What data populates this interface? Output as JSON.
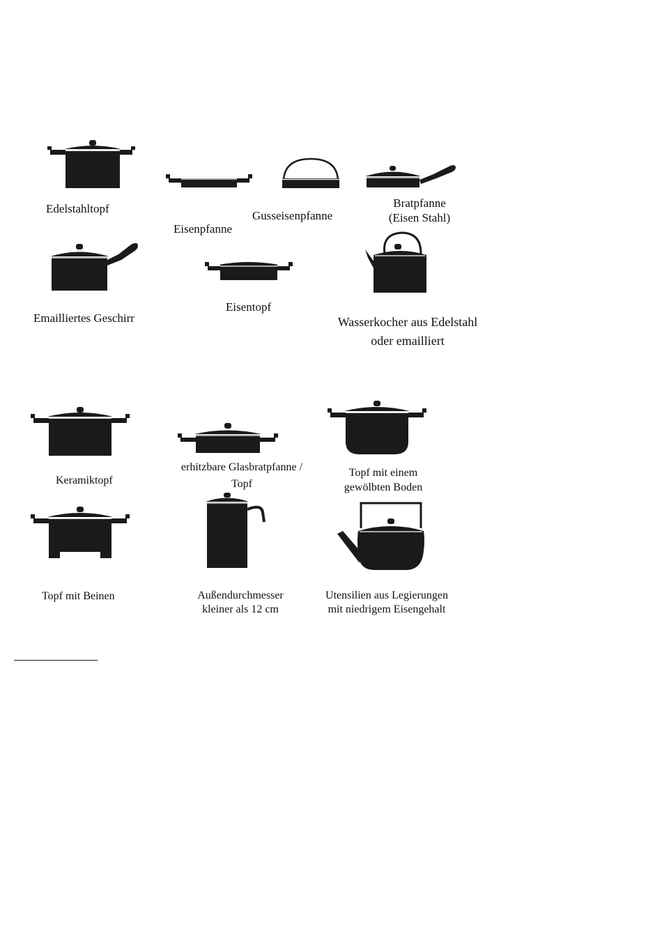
{
  "section_top": {
    "items": [
      {
        "id": "edelstahltopf",
        "icon": "stainless-steel-pot-icon",
        "label": "Edelstahltopf"
      },
      {
        "id": "eisenpfanne",
        "icon": "iron-pan-icon",
        "label": "Eisenpfanne"
      },
      {
        "id": "gusseisenpfanne",
        "icon": "cast-iron-pan-icon",
        "label": "Gusseisenpfanne"
      },
      {
        "id": "bratpfanne",
        "icon": "frying-pan-icon",
        "label_line1": "Bratpfanne",
        "label_line2": "(Eisen Stahl)"
      },
      {
        "id": "emailliertes",
        "icon": "enamelled-saucepan-icon",
        "label": "Emailliertes Geschirr"
      },
      {
        "id": "eisentopf",
        "icon": "iron-pot-icon",
        "label": "Eisentopf"
      },
      {
        "id": "wasserkocher",
        "icon": "kettle-icon",
        "label_line1": "Wasserkocher aus Edelstahl",
        "label_line2": "oder emailliert"
      }
    ]
  },
  "section_bottom": {
    "items": [
      {
        "id": "keramiktopf",
        "icon": "ceramic-pot-icon",
        "label": "Keramiktopf"
      },
      {
        "id": "glasbratpfanne",
        "icon": "glass-casserole-icon",
        "label_line1": "erhitzbare Glasbratpfanne /",
        "label_line2": "Topf"
      },
      {
        "id": "gewoelbt",
        "icon": "curved-bottom-pot-icon",
        "label_line1": "Topf mit einem",
        "label_line2": "gewölbten Boden"
      },
      {
        "id": "beinen",
        "icon": "pot-with-legs-icon",
        "label": "Topf mit Beinen"
      },
      {
        "id": "durchmesser",
        "icon": "small-diameter-pot-icon",
        "label_line1": "Außendurchmesser",
        "label_line2": "kleiner als 12 cm"
      },
      {
        "id": "legierung",
        "icon": "low-iron-alloy-kettle-icon",
        "label_line1": "Utensilien aus Legierungen",
        "label_line2": "mit niedrigem Eisengehalt"
      }
    ]
  },
  "colors": {
    "ink": "#1a1a1a",
    "background": "#ffffff"
  }
}
